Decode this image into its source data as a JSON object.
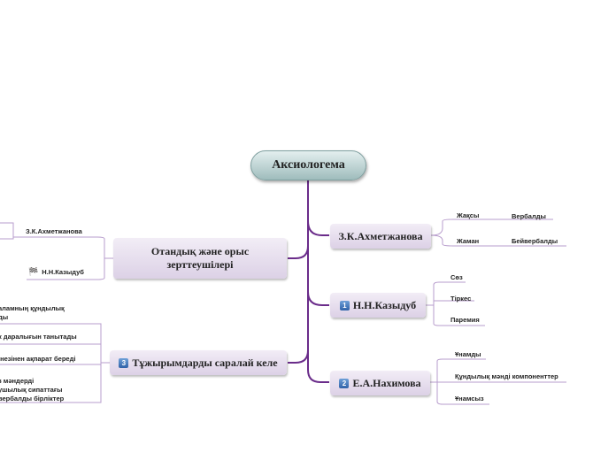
{
  "root": {
    "label": "Аксиологема"
  },
  "branches": {
    "akhmetzhanova": {
      "label": "З.К.Ахметжанова"
    },
    "kazydub": {
      "label": "Н.Н.Казыдуб",
      "badge": "1"
    },
    "nakhimova": {
      "label": "Е.А.Нахимова",
      "badge": "2"
    },
    "researchers": {
      "label": "Отандық және орыс зерттеушілері"
    },
    "conclusions": {
      "label": "Тұжырымдарды саралай келе",
      "badge": "3"
    }
  },
  "leaves": {
    "akhmetzhanova": [
      "Жақсы",
      "Жаман"
    ],
    "akhmetzhanova_sub": [
      "Вербалды",
      "Бейвербалды"
    ],
    "kazydub": [
      "Сөз",
      "Тіркес",
      "Паремия"
    ],
    "nakhimova": [
      "Ұнамды",
      "Құндылық мәнді компоненттер",
      "Ұнамсыз"
    ],
    "researchers": [
      "З.К.Ахметжанова",
      "Н.Н.Казыдуб"
    ],
    "conclusions": [
      "алам­ның құндылық\nды",
      "к даралығын танытады",
      "інезінен ақпарат береді",
      "з мәндерді\nушылық сипаттағы\nвербалды бірліктер"
    ]
  },
  "colors": {
    "connector": "#6a2c8a",
    "underline": "#b79ccc"
  }
}
